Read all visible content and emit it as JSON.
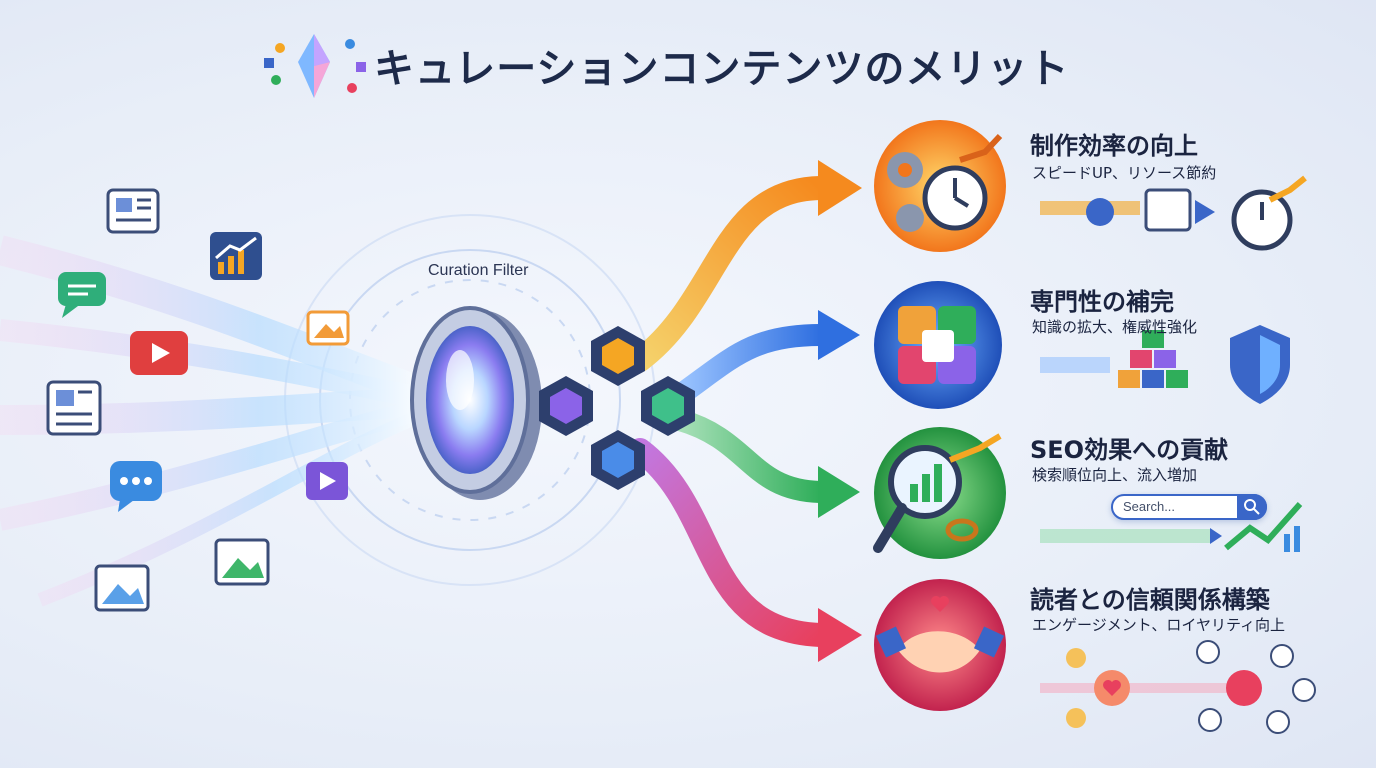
{
  "title": "キュレーションコンテンツのメリット",
  "filter_label": "Curation Filter",
  "benefits": [
    {
      "title": "制作効率の向上",
      "subtitle": "スピードUP、リソース節約",
      "color": "#f5a623"
    },
    {
      "title": "専門性の補完",
      "subtitle": "知識の拡大、権威性強化",
      "color": "#3b7be0"
    },
    {
      "title": "SEO効果への貢献",
      "subtitle": "検索順位向上、流入増加",
      "color": "#3fb66a"
    },
    {
      "title": "読者との信頼関係構築",
      "subtitle": "エンゲージメント、ロイヤリティ向上",
      "color": "#e2456e"
    }
  ],
  "search": {
    "placeholder": "Search..."
  },
  "icons": [
    "newspaper-icon",
    "chart-icon",
    "chat-icon",
    "video-icon",
    "image-icon",
    "document-icon",
    "message-icon",
    "play-icon",
    "photo-icon",
    "gear-icon",
    "clock-icon",
    "puzzle-icon",
    "shield-icon",
    "magnifier-icon",
    "link-icon",
    "handshake-icon",
    "heart-icon",
    "user-icon"
  ]
}
